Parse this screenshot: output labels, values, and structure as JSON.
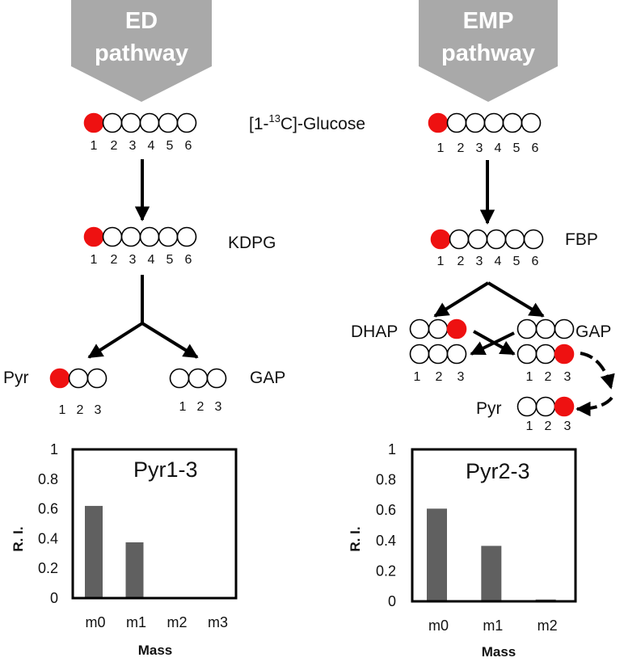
{
  "pathways": {
    "left": [
      "ED",
      "pathway"
    ],
    "right": [
      "EMP",
      "pathway"
    ]
  },
  "labels": {
    "glucose_pre": "[1-",
    "glucose_sup": "13",
    "glucose_post": "C]-Glucose",
    "kdpg": "KDPG",
    "fbp": "FBP",
    "pyr": "Pyr",
    "gap": "GAP",
    "dhap": "DHAP"
  },
  "carbon_numbers_six": [
    "1",
    "2",
    "3",
    "4",
    "5",
    "6"
  ],
  "carbon_numbers_three": [
    "1",
    "2",
    "3"
  ],
  "colors": {
    "labeled_carbon": "#ee1111",
    "bar": "#606060",
    "banner": "#a9a9a9",
    "arrow": "#000000"
  },
  "chart_data": [
    {
      "type": "bar",
      "title": "Pyr1-3",
      "xlabel": "Mass",
      "ylabel": "R. I.",
      "categories": [
        "m0",
        "m1",
        "m2",
        "m3"
      ],
      "values": [
        0.62,
        0.375,
        0.008,
        0.004
      ],
      "ylim": [
        0,
        1
      ],
      "yticks": [
        "0",
        "0.2",
        "0.4",
        "0.6",
        "0.8",
        "1"
      ]
    },
    {
      "type": "bar",
      "title": "Pyr2-3",
      "xlabel": "Mass",
      "ylabel": "R. I.",
      "categories": [
        "m0",
        "m1",
        "m2"
      ],
      "values": [
        0.61,
        0.365,
        0.012
      ],
      "ylim": [
        0,
        1
      ],
      "yticks": [
        "0",
        "0.2",
        "0.4",
        "0.6",
        "0.8",
        "1"
      ]
    }
  ]
}
